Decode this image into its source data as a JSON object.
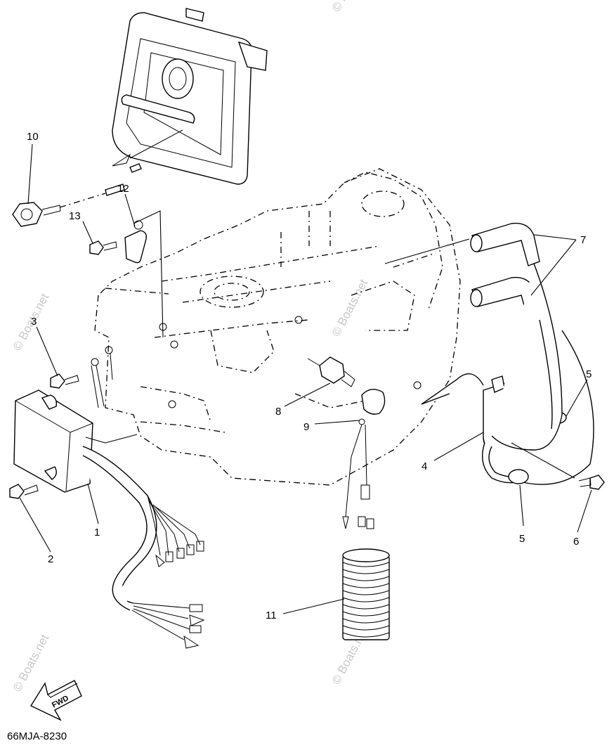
{
  "diagram": {
    "callouts": [
      {
        "id": "1",
        "label": "1"
      },
      {
        "id": "2",
        "label": "2"
      },
      {
        "id": "3",
        "label": "3"
      },
      {
        "id": "4",
        "label": "4"
      },
      {
        "id": "5a",
        "label": "5"
      },
      {
        "id": "5b",
        "label": "5"
      },
      {
        "id": "6",
        "label": "6"
      },
      {
        "id": "7",
        "label": "7"
      },
      {
        "id": "8",
        "label": "8"
      },
      {
        "id": "9",
        "label": "9"
      },
      {
        "id": "10",
        "label": "10"
      },
      {
        "id": "11",
        "label": "11"
      },
      {
        "id": "12",
        "label": "12"
      },
      {
        "id": "13",
        "label": "13"
      }
    ],
    "forward_arrow_label": "FWD",
    "diagram_code": "66MJA-8230",
    "watermarks": [
      "© Boats.net",
      "© Boats.net",
      "© Boats.net",
      "© Boats.net",
      "© Boats.net"
    ]
  }
}
